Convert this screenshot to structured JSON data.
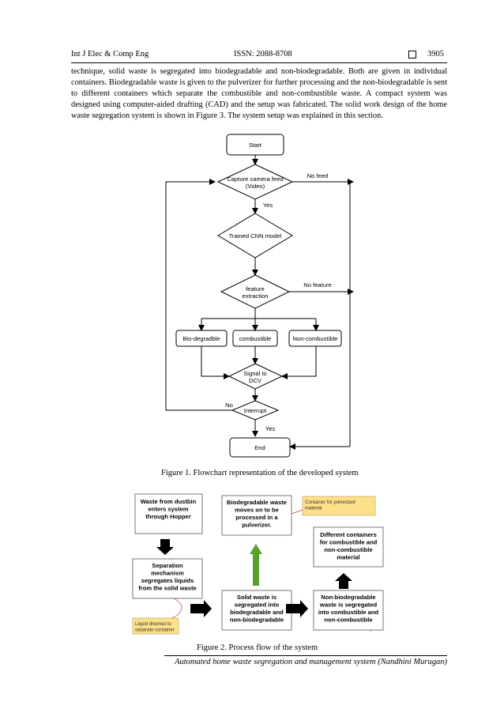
{
  "header": {
    "journal": "Int J Elec & Comp Eng",
    "issn": "ISSN: 2088-8708",
    "page_number": "3905"
  },
  "body_text": "technique, solid waste is segregated into biodegradable and non-biodegradable. Both are given in individual containers. Biodegradable waste is given to the pulverizer for further processing and the non-biodegradable is sent to different containers which separate the combustible and non-combustible waste. A compact system was designed using computer-aided drafting (CAD) and the setup was fabricated. The solid work design of the home waste segregation system is shown in Figure 3. The system setup was explained in this section.",
  "figure1": {
    "caption": "Figure 1. Flowchart representation of the developed system",
    "start": "Start",
    "capture_line1": "Capture camera feed",
    "capture_line2": "(Video)",
    "no_feed": "No feed",
    "yes1": "Yes",
    "cnn": "Trained CNN model",
    "feature_line1": "feature",
    "feature_line2": "extraction",
    "no_feature": "No feature",
    "bio": "Bio-degradble",
    "combustible": "combustible",
    "noncombustible": "Non-combustible",
    "signal_line1": "Signal to",
    "signal_line2": "DCV",
    "no": "No",
    "interrupt": "Interrupt",
    "yes2": "Yes",
    "end": "End"
  },
  "figure2": {
    "caption": "Figure 2. Process flow of the system",
    "box1": [
      "Waste from dustbin",
      "enters system",
      "through Hopper"
    ],
    "box2": [
      "Separation",
      "mechanism",
      "segregates liquids",
      "from the solid waste"
    ],
    "note_liquid": [
      "Liquid diverted to",
      "separate container"
    ],
    "box3": [
      "Solid waste is",
      "segregated into",
      "biodegradable and",
      "non-biodegradable"
    ],
    "box4": [
      "Biodegradable waste",
      "moves on to be",
      "processed in a",
      "pulverizer."
    ],
    "note_pulverized": [
      "Container for pulverized",
      "material"
    ],
    "box5": [
      "Non-biodegradable",
      "waste is segregated",
      "into combustible and",
      "non-combustible"
    ],
    "box6": [
      "Different containers",
      "for combustible and",
      "non-combustible",
      "material"
    ]
  },
  "footer": "Automated home waste segregation and management system (Nandhini Murugan)",
  "colors": {
    "yellow_note": "#fde08a",
    "green_arrow": "#5aa02c",
    "black_arrow": "#000000"
  }
}
